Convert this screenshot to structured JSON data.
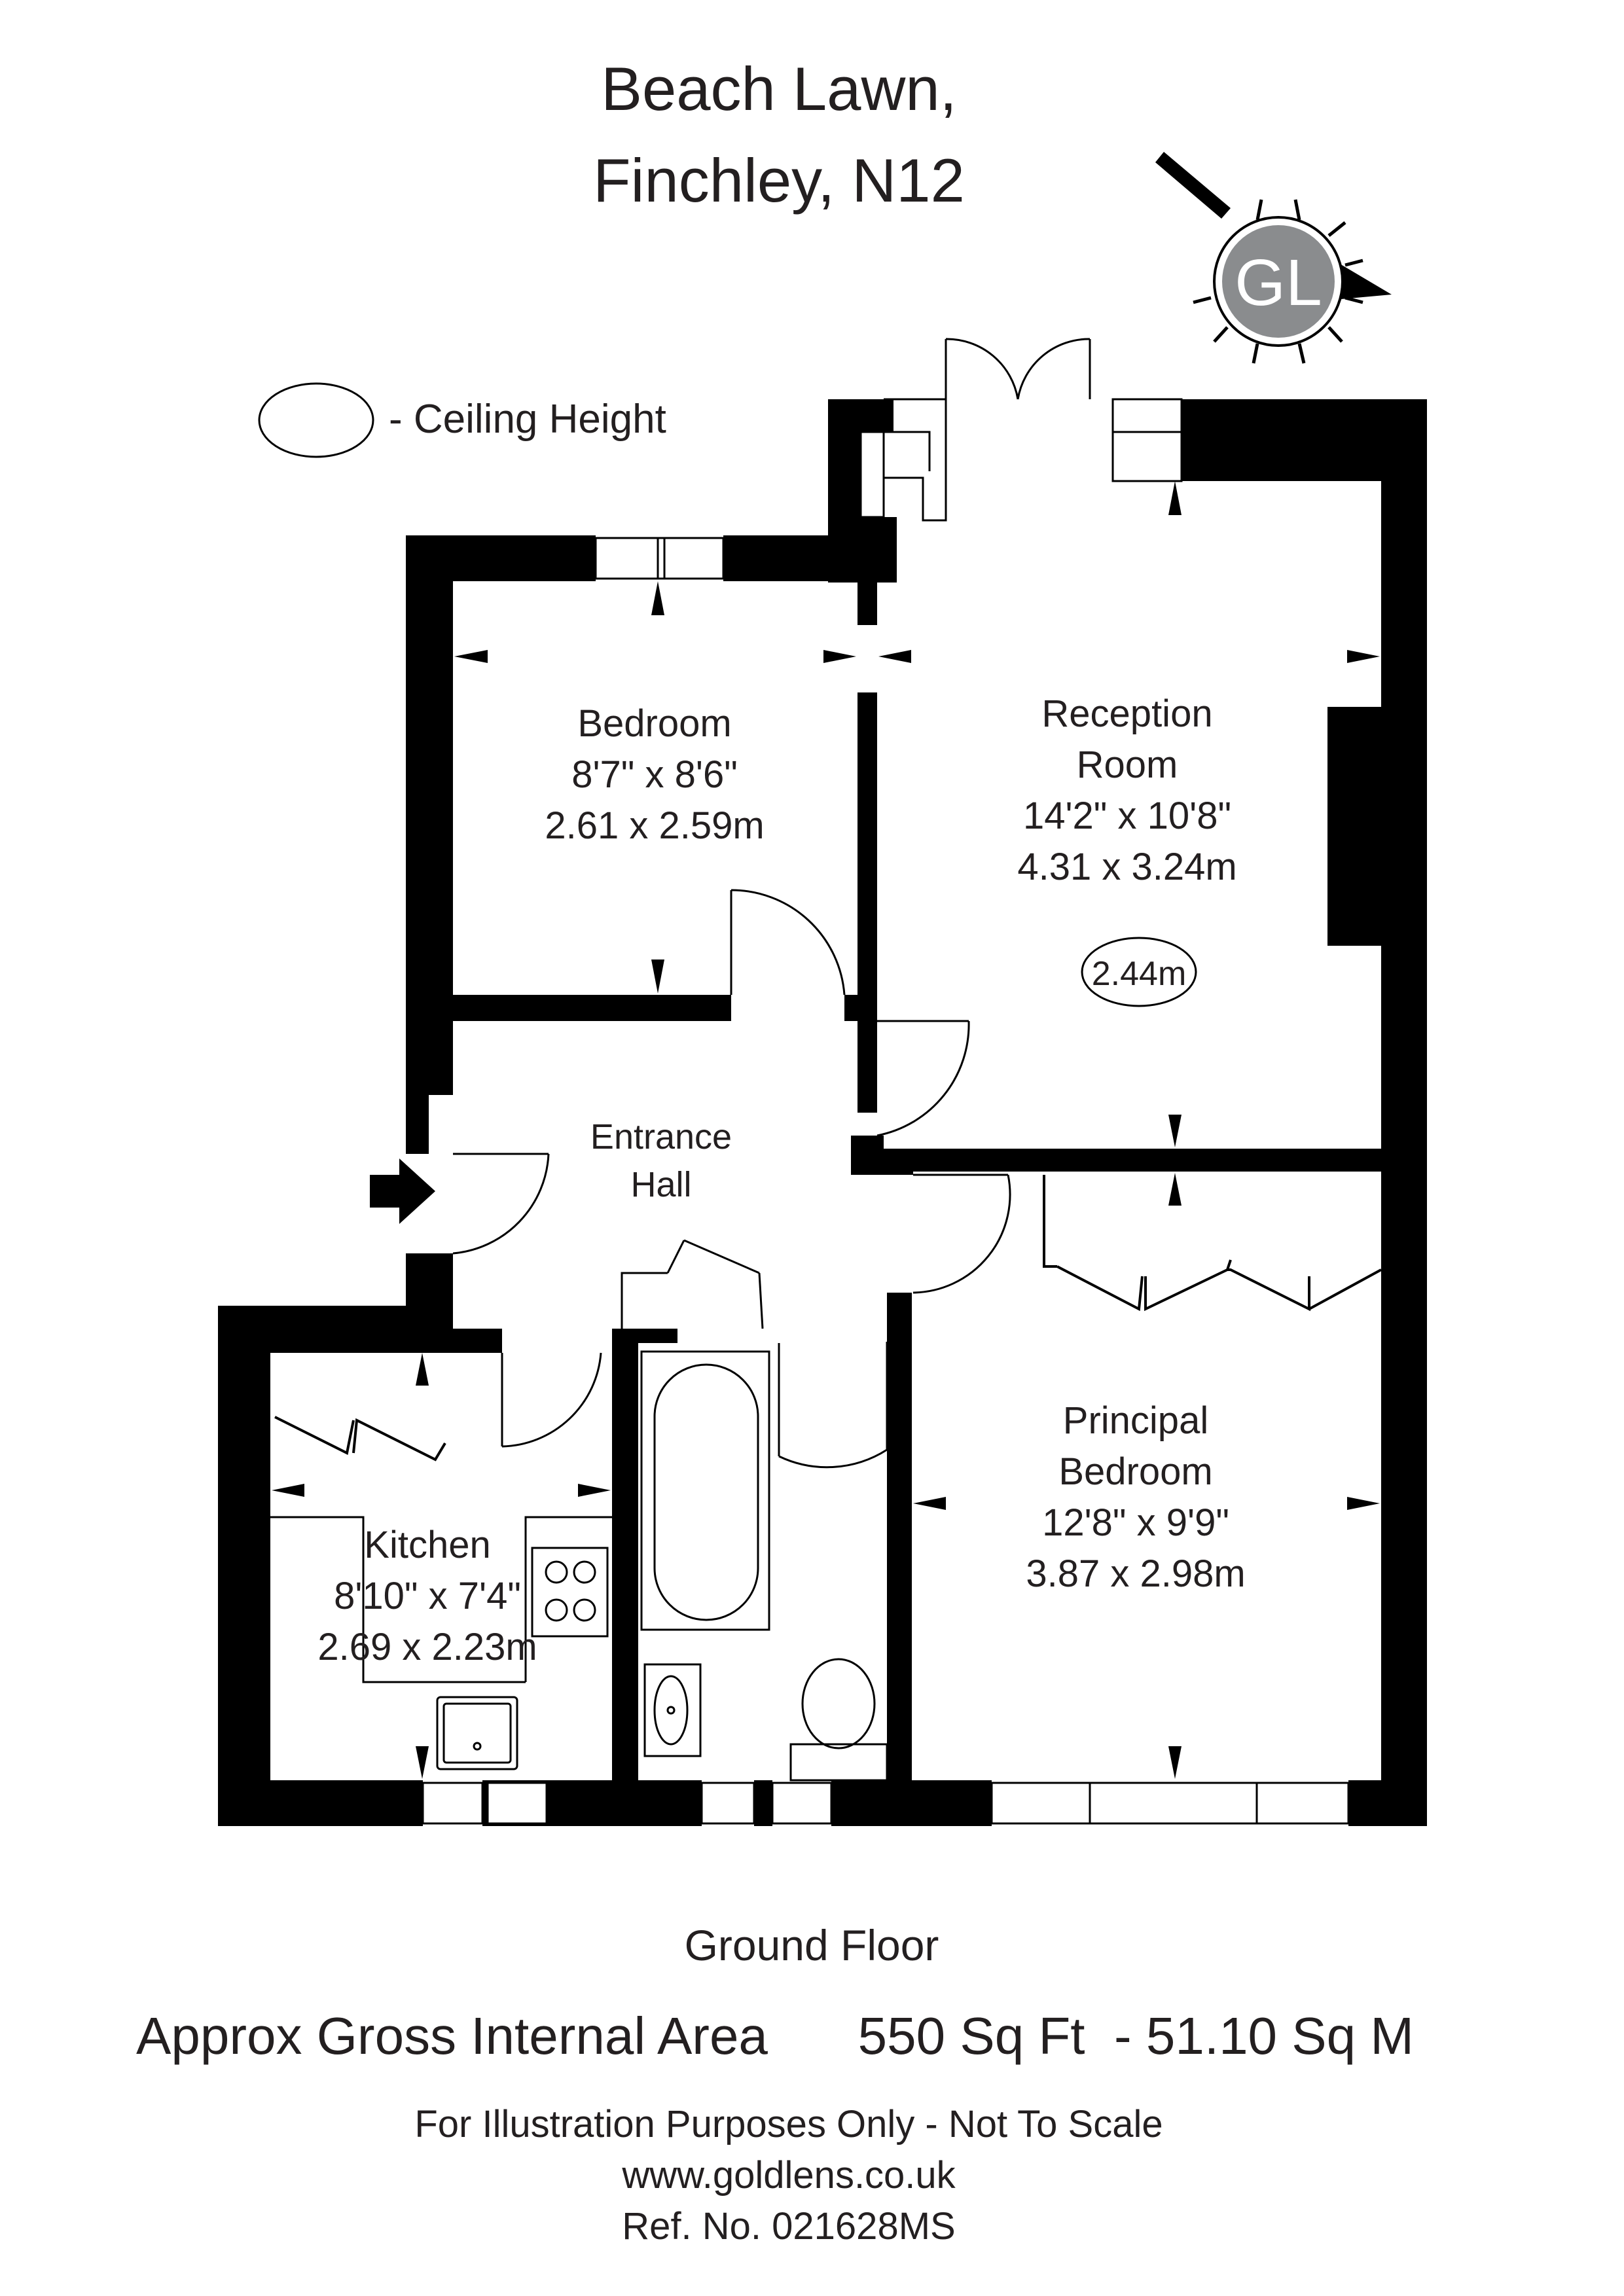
{
  "title": {
    "line1": "Beach Lawn,",
    "line2": "Finchley, N12"
  },
  "logo": {
    "text": "GL",
    "icon": "compass-sun-logo",
    "circle_color": "#8a8c8e"
  },
  "legend": {
    "label": "- Ceiling Height",
    "icon": "ellipse-outline"
  },
  "rooms": {
    "bedroom": {
      "name": "Bedroom",
      "dim_imperial": "8'7\" x 8'6\"",
      "dim_metric": "2.61 x 2.59m"
    },
    "reception": {
      "name_line1": "Reception",
      "name_line2": "Room",
      "dim_imperial": "14'2\" x 10'8\"",
      "dim_metric": "4.31 x 3.24m",
      "ceiling_height": "2.44m"
    },
    "entrance_hall": {
      "name_line1": "Entrance",
      "name_line2": "Hall"
    },
    "principal_bedroom": {
      "name_line1": "Principal",
      "name_line2": "Bedroom",
      "dim_imperial": "12'8\" x 9'9\"",
      "dim_metric": "3.87 x 2.98m"
    },
    "kitchen": {
      "name": "Kitchen",
      "dim_imperial": "8'10\" x 7'4\"",
      "dim_metric": "2.69 x 2.23m"
    }
  },
  "floor_label": "Ground Floor",
  "area": {
    "label": "Approx Gross Internal Area",
    "value": "550 Sq Ft  - 51.10 Sq M"
  },
  "footer": {
    "disclaimer": "For Illustration Purposes Only - Not To Scale",
    "website": "www.goldlens.co.uk",
    "reference": "Ref. No. 021628MS"
  },
  "colors": {
    "walls": "#000000",
    "text": "#231f20",
    "logo_grey": "#8a8c8e"
  }
}
